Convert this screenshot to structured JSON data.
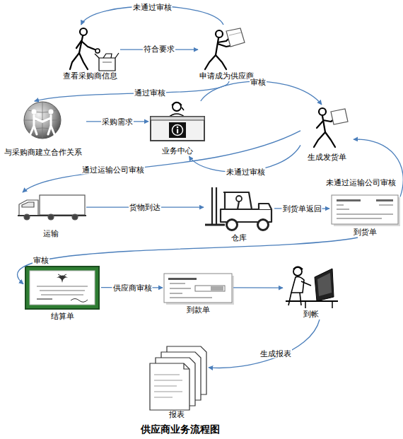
{
  "diagram": {
    "title": "供应商业务流程图",
    "nodes": [
      {
        "text": [
          "查看采购商信息"
        ]
      },
      {
        "text": [
          "申请成为供应商"
        ]
      },
      {
        "text": [
          "与采购商建立合作关系"
        ]
      },
      {
        "text": [
          "业务中心"
        ]
      },
      {
        "text": [
          "生成发货单"
        ]
      },
      {
        "text": [
          "运输"
        ]
      },
      {
        "text": [
          "仓库"
        ]
      },
      {
        "text": [
          "到货单"
        ]
      },
      {
        "text": [
          "结算单"
        ]
      },
      {
        "text": [
          "到款单"
        ]
      },
      {
        "text": [
          "到帐"
        ]
      },
      {
        "text": [
          "报表"
        ]
      }
    ],
    "edges": [
      {
        "from": 1,
        "to": 0,
        "label": "未通过审核",
        "arrow": "to"
      },
      {
        "from": 0,
        "to": 1,
        "label": "符合要求",
        "arrow": "to"
      },
      {
        "from": 1,
        "to": 2,
        "label": "通过审核",
        "arrow": "to"
      },
      {
        "from": 2,
        "to": 3,
        "label": "采购需求",
        "arrow": "to"
      },
      {
        "from": 3,
        "to": 4,
        "label": "审核",
        "arrow": "to"
      },
      {
        "from": 4,
        "to": 3,
        "label": "未通过审核",
        "arrow": "to"
      },
      {
        "from": 4,
        "to": 5,
        "label": "通过运输公司审核",
        "arrow": "to"
      },
      {
        "from": 7,
        "to": 4,
        "label": "未通过运输公司审核",
        "arrow": "to"
      },
      {
        "from": 5,
        "to": 6,
        "label": "货物到达",
        "arrow": "to"
      },
      {
        "from": 6,
        "to": 7,
        "label": "到货单返回",
        "arrow": "to"
      },
      {
        "from": 7,
        "to": 8,
        "label": "审核",
        "arrow": "to"
      },
      {
        "from": 8,
        "to": 9,
        "label": "供应商审核",
        "arrow": "to"
      },
      {
        "from": 9,
        "to": 10,
        "arrow": "to"
      },
      {
        "from": 10,
        "to": 11,
        "label": "生成报表",
        "arrow": "to"
      }
    ]
  }
}
